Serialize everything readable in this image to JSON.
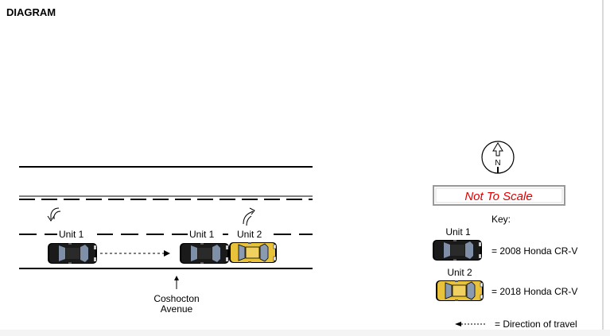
{
  "header": {
    "title": "DIAGRAM"
  },
  "road": {
    "units_on_lane": [
      "Unit 1",
      "Unit 1",
      "Unit 2"
    ],
    "street_label_line1": "Coshocton",
    "street_label_line2": "Avenue"
  },
  "legend": {
    "north_letter": "N",
    "scale_note": "Not To Scale",
    "key_title": "Key:",
    "unit1_label": "Unit 1",
    "unit1_desc": "= 2008 Honda CR-V",
    "unit2_label": "Unit 2",
    "unit2_desc": "= 2018 Honda CR-V",
    "direction_desc": "= Direction of travel"
  },
  "colors": {
    "unit1_body": "#000000",
    "unit2_body": "#e8c23a",
    "scale_text": "#e00000"
  }
}
